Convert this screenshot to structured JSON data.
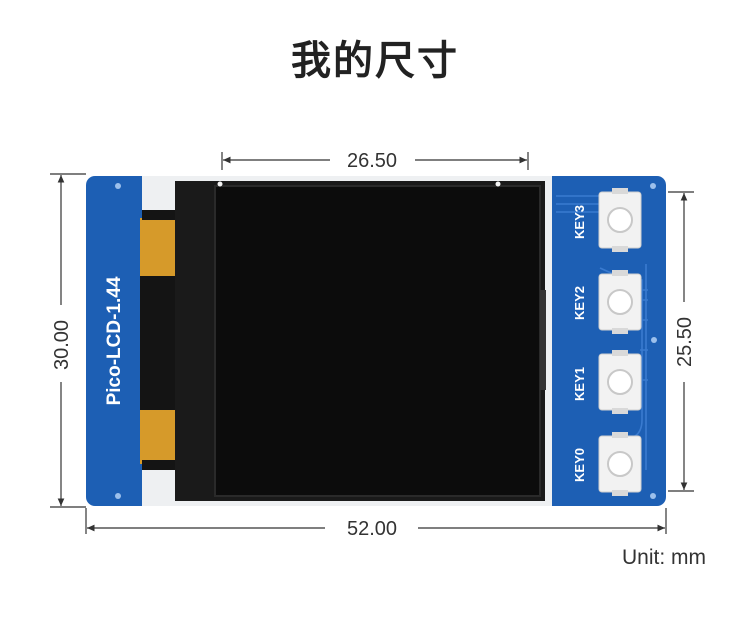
{
  "title": "我的尺寸",
  "unit_label": "Unit: mm",
  "dimensions": {
    "screen_width": "26.50",
    "board_height": "30.00",
    "key_span": "25.50",
    "board_width": "52.00"
  },
  "board": {
    "name": "Pico-LCD-1.44",
    "keys": [
      "KEY3",
      "KEY2",
      "KEY1",
      "KEY0"
    ],
    "pcb_color": "#1d5fb4",
    "screen_color": "#0c0c0c"
  }
}
